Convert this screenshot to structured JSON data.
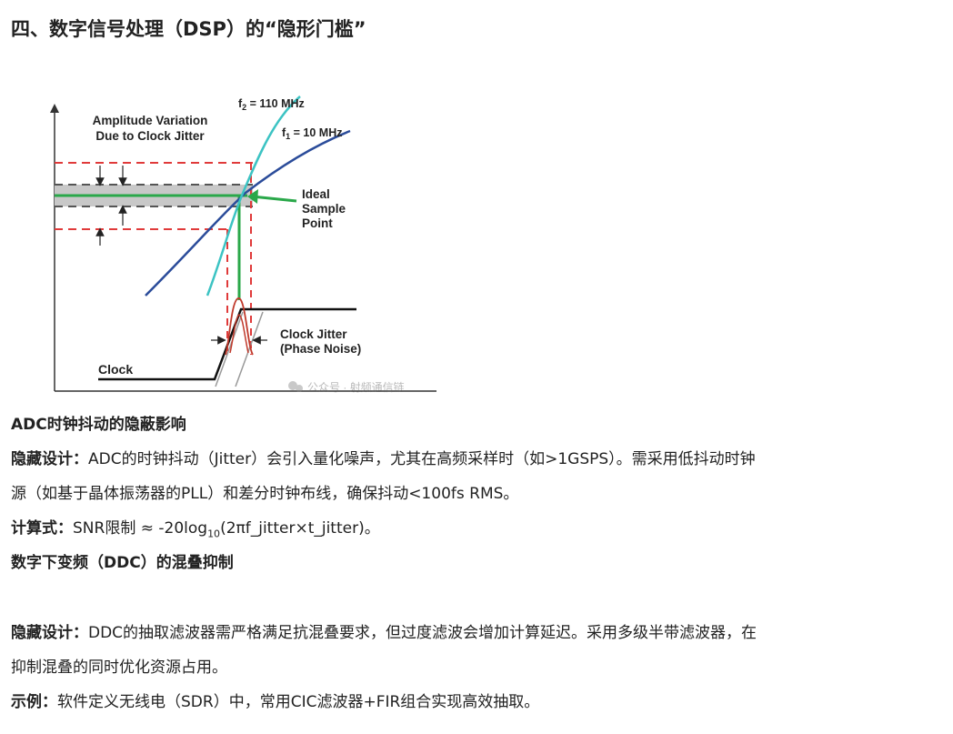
{
  "section_title": "四、数字信号处理（DSP）的“隐形门槛”",
  "figure": {
    "labels": {
      "f2": "f",
      "f2_sub": "2",
      "f2_value": " = 110 MHz",
      "f1": "f",
      "f1_sub": "1",
      "f1_value": " = 10 MHz",
      "amp_line1": "Amplitude Variation",
      "amp_line2": "Due to Clock Jitter",
      "ideal_line1": "Ideal",
      "ideal_line2": "Sample",
      "ideal_line3": "Point",
      "jitter_line1": "Clock Jitter",
      "jitter_line2": "(Phase Noise)",
      "clock": "Clock",
      "watermark": "公众号 · 射频通信链"
    },
    "colors": {
      "f2_curve": "#3cc3c3",
      "f1_curve": "#2b4c9a",
      "dashed": "#e03a3a",
      "ideal": "#2aa84a",
      "band": "#c8c8c8"
    }
  },
  "adc": {
    "heading": "ADC时钟抖动的隐蔽影响",
    "hidden_label": "隐藏设计：",
    "hidden_text_line1": "ADC的时钟抖动（Jitter）会引入量化噪声，尤其在高频采样时（如>1GSPS）。需采用低抖动时钟",
    "hidden_text_line2": "源（如基于晶体振荡器的PLL）和差分时钟布线，确保抖动<100fs RMS。",
    "calc_label": "计算式：",
    "calc_text_pre": "SNR限制 ≈ -20log",
    "calc_sub": "10",
    "calc_text_post": "(2πf_jitter×t_jitter)。"
  },
  "ddc": {
    "heading": "数字下变频（DDC）的混叠抑制",
    "hidden_label": "隐藏设计：",
    "hidden_text_line1": "DDC的抽取滤波器需严格满足抗混叠要求，但过度滤波会增加计算延迟。采用多级半带滤波器，在",
    "hidden_text_line2": "抑制混叠的同时优化资源占用。",
    "example_label": "示例：",
    "example_text": "软件定义无线电（SDR）中，常用CIC滤波器+FIR组合实现高效抽取。"
  }
}
